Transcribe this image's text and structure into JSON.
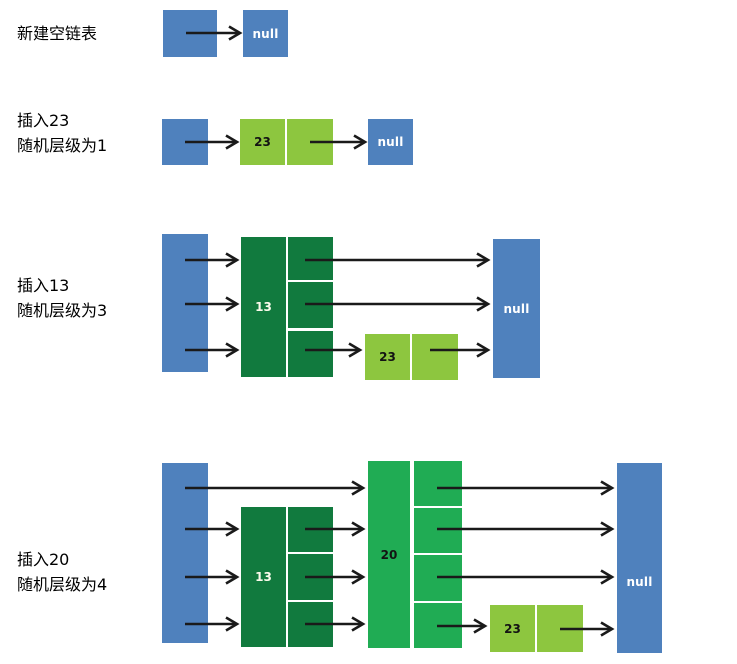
{
  "diagram_title": "skip-list-insertion-steps",
  "rows": [
    {
      "label_lines": [
        "新建空链表"
      ]
    },
    {
      "label_lines": [
        "插入23",
        "随机层级为1"
      ]
    },
    {
      "label_lines": [
        "插入13",
        "随机层级为3"
      ]
    },
    {
      "label_lines": [
        "插入20",
        "随机层级为4"
      ]
    }
  ],
  "nodes": {
    "value_23": "23",
    "value_13": "13",
    "value_20": "20",
    "null_label": "null"
  },
  "colors": {
    "head_box": "#4F81BD",
    "node_13": "#117A3E",
    "node_20": "#20AC54",
    "node_23": "#8DC63F",
    "arrow": "#1A1A1A",
    "null_text": "#FFFFFF",
    "value_text_dark": "#131313",
    "value_text_light": "#FBFBEC",
    "label_text": "#000000"
  }
}
